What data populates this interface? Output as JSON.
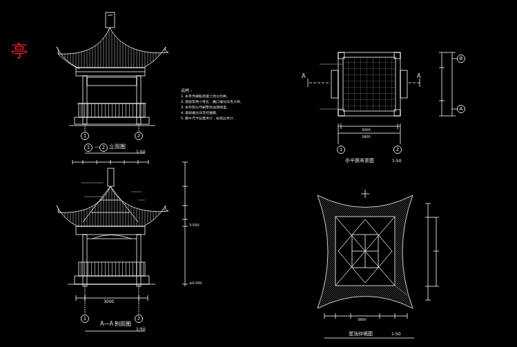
{
  "diagram": {
    "nodes": [
      {
        "text": [
          "1"
        ]
      },
      {
        "text": [
          "2"
        ]
      },
      {
        "text": [
          "1"
        ]
      },
      {
        "text": [
          "2"
        ]
      },
      {
        "text": [
          "1"
        ]
      },
      {
        "text": [
          "2"
        ]
      },
      {
        "text": [
          "1"
        ]
      },
      {
        "text": [
          "2"
        ]
      },
      {
        "text": [
          "B"
        ]
      },
      {
        "text": [
          "A"
        ]
      }
    ],
    "labels": [
      "亭",
      "—",
      "立面图",
      "1:50",
      "说明：",
      "1. 本亭为钢筋混凝土仿古结构。",
      "2. 屋面采用小青瓦，檐口做法详见大样。",
      "3. 木作部分均刷栗色油漆两道。",
      "4. 基础做法详见结施图。",
      "5. 图中尺寸以毫米计，标高以米计。",
      "A—A 剖面图",
      "1:50",
      "亭平面布置图",
      "1:50",
      "A",
      "A",
      "3000",
      "3800",
      "屋顶仰视图",
      "1:50",
      "3000",
      "3800",
      "±0.000",
      "3.500"
    ]
  }
}
